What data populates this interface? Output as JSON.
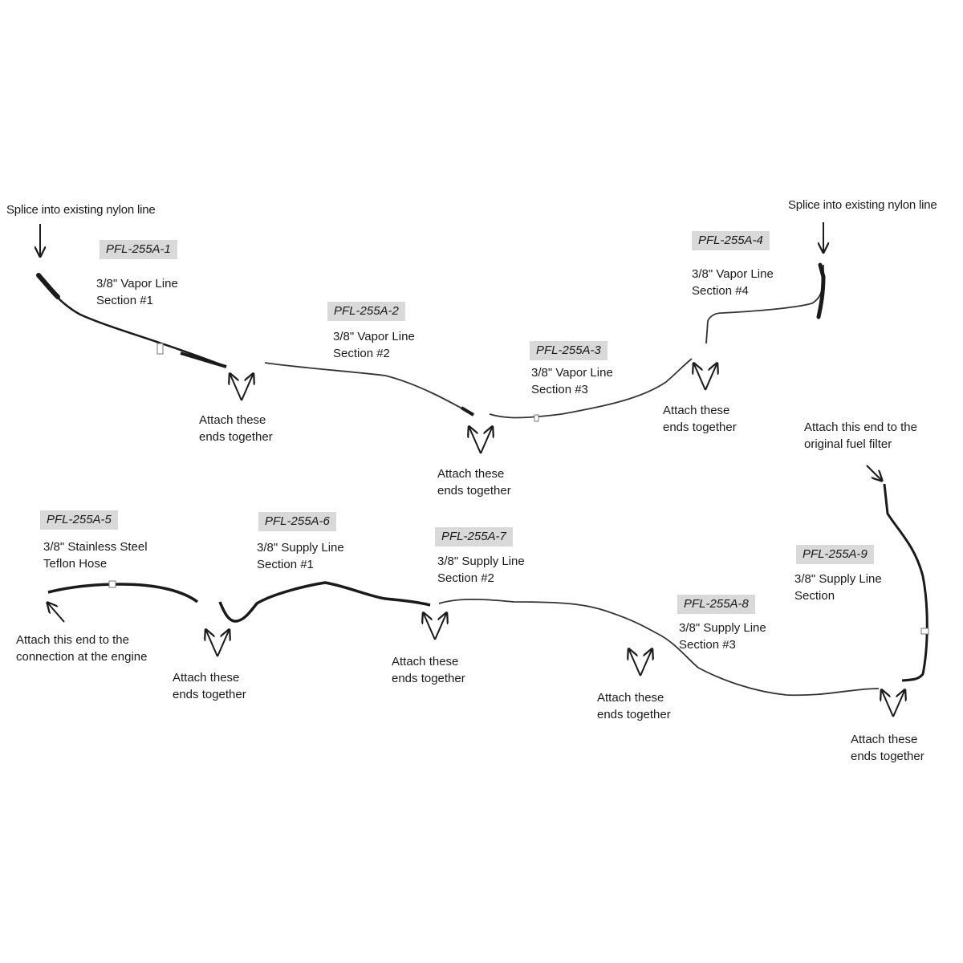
{
  "parts": [
    {
      "tag": "PFL-255A-1",
      "desc": "3/8\" Vapor Line\nSection #1"
    },
    {
      "tag": "PFL-255A-2",
      "desc": "3/8\" Vapor Line\nSection #2"
    },
    {
      "tag": "PFL-255A-3",
      "desc": "3/8\" Vapor Line\nSection #3"
    },
    {
      "tag": "PFL-255A-4",
      "desc": "3/8\" Vapor Line\nSection #4"
    },
    {
      "tag": "PFL-255A-5",
      "desc": "3/8\" Stainless Steel\nTeflon Hose"
    },
    {
      "tag": "PFL-255A-6",
      "desc": "3/8\" Supply Line\nSection #1"
    },
    {
      "tag": "PFL-255A-7",
      "desc": "3/8\" Supply Line\nSection #2"
    },
    {
      "tag": "PFL-255A-8",
      "desc": "3/8\" Supply Line\nSection #3"
    },
    {
      "tag": "PFL-255A-9",
      "desc": "3/8\" Supply Line\nSection"
    }
  ],
  "callouts": {
    "splice": "Splice into existing nylon line",
    "attach_together": "Attach these\nends together",
    "fuel_filter": "Attach this end to the\noriginal fuel filter",
    "engine": "Attach this end to the\nconnection at the engine"
  },
  "colors": {
    "line": "#1a1a1a",
    "tag_bg": "#d9d9d9"
  }
}
